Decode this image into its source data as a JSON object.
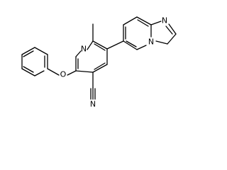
{
  "structure": {
    "atoms": {
      "pyridine_n": "N",
      "ether_o": "O",
      "nitrile_n": "N",
      "imidazole_n": "N",
      "bridgehead_n": "N"
    },
    "colors": {
      "bond": "#000000",
      "label": "#000000",
      "background": "#ffffff"
    }
  }
}
